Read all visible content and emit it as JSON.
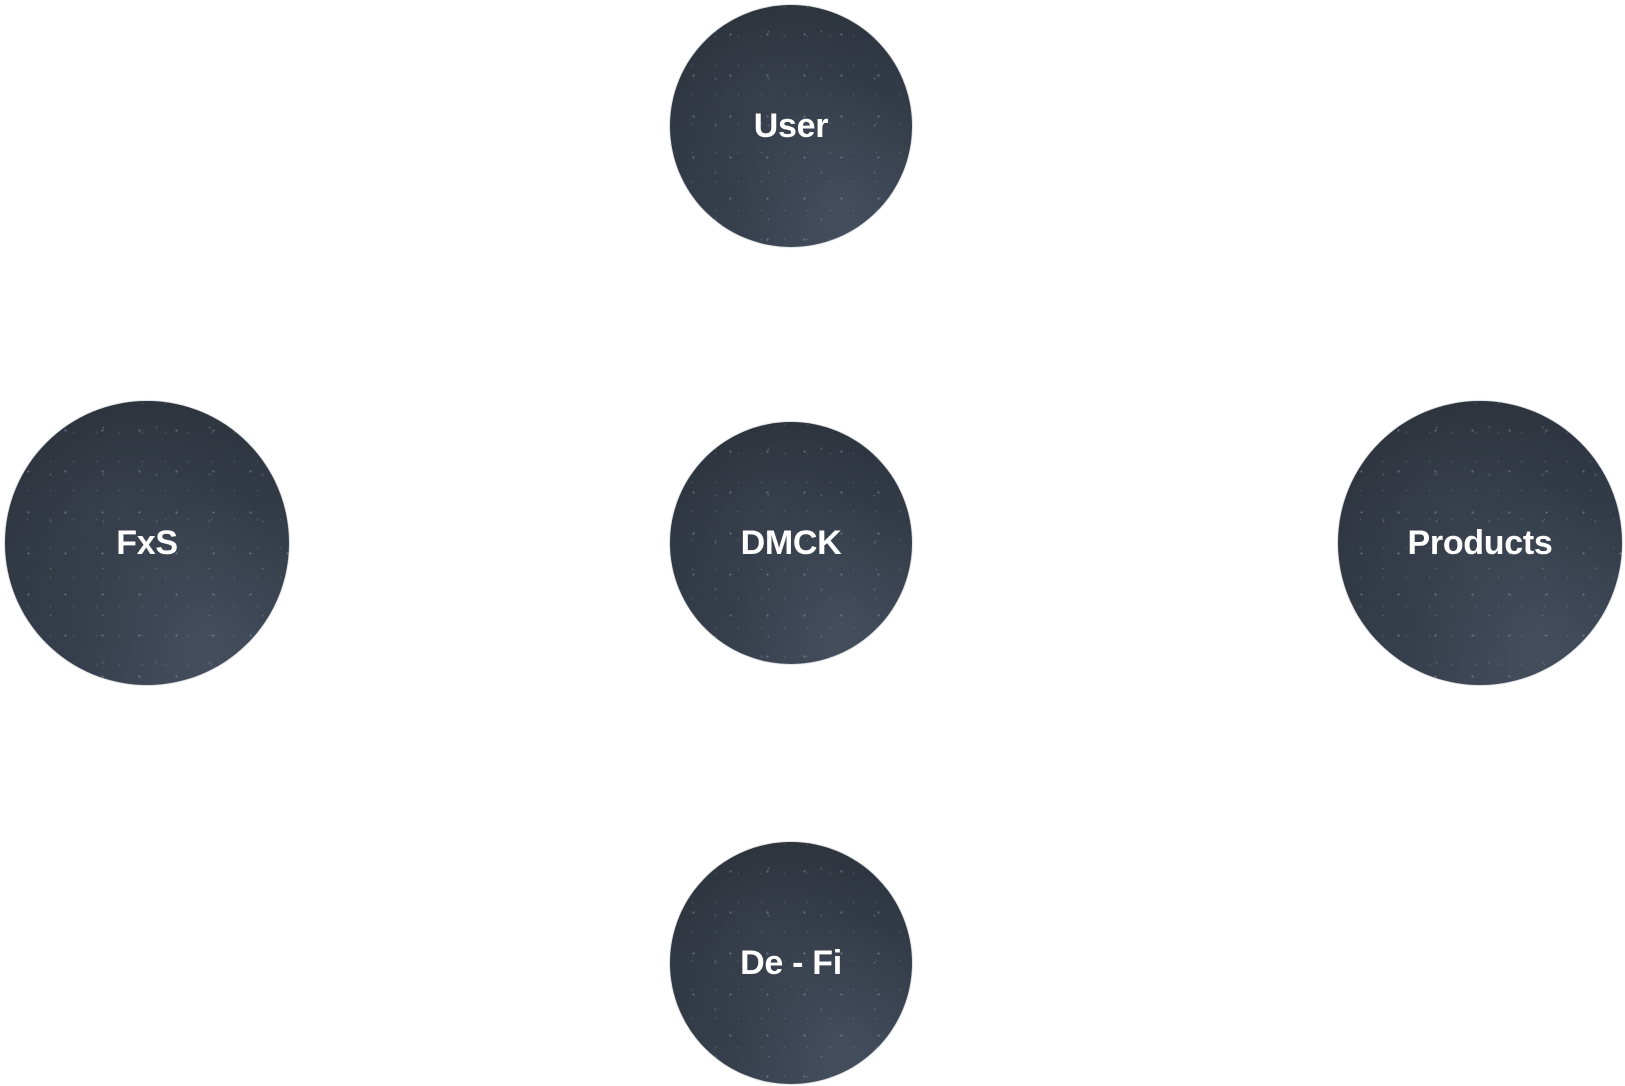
{
  "diagram": {
    "nodes": [
      {
        "id": "user",
        "label": "User"
      },
      {
        "id": "fxs",
        "label": "FxS"
      },
      {
        "id": "dmck",
        "label": "DMCK"
      },
      {
        "id": "products",
        "label": "Products"
      },
      {
        "id": "defi",
        "label": "De - Fi"
      }
    ],
    "colors": {
      "background": "#ffffff",
      "node_fill": "#313945",
      "label": "#ffffff"
    }
  }
}
